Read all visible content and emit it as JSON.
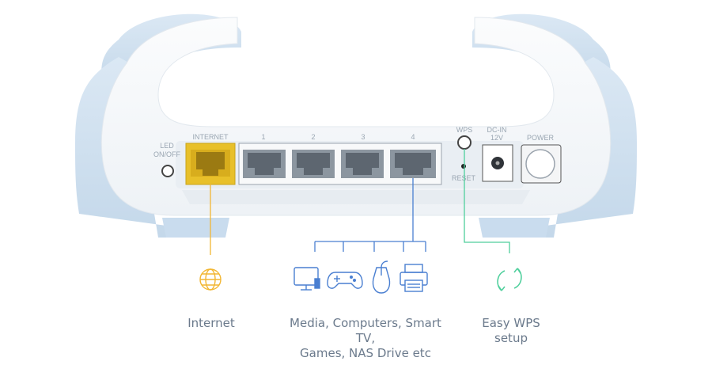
{
  "device": {
    "port_labels": {
      "led": [
        "LED",
        "ON/OFF"
      ],
      "internet": "INTERNET",
      "lan": [
        "1",
        "2",
        "3",
        "4"
      ],
      "wps": "WPS",
      "reset": "RESET",
      "dcin": [
        "DC-IN",
        "12V"
      ],
      "power": "POWER"
    }
  },
  "features": {
    "internet": {
      "icon": "globe-icon",
      "lines": [
        "Internet"
      ],
      "color": "#f2b632"
    },
    "media": {
      "icons": [
        "tv-icon",
        "gamepad-icon",
        "mouse-icon",
        "printer-icon"
      ],
      "lines": [
        "Media, Computers, Smart TV,",
        "Games, NAS Drive etc"
      ],
      "color": "#4a7fd1"
    },
    "wps": {
      "icon": "sync-icon",
      "lines": [
        "Easy WPS",
        "setup"
      ],
      "color": "#4fcf9c"
    }
  },
  "colors": {
    "router_body": "#f7f9fb",
    "router_accent": "#cfe0ef",
    "internet_port": "#e8c02a",
    "caption": "#6b7a8c"
  }
}
